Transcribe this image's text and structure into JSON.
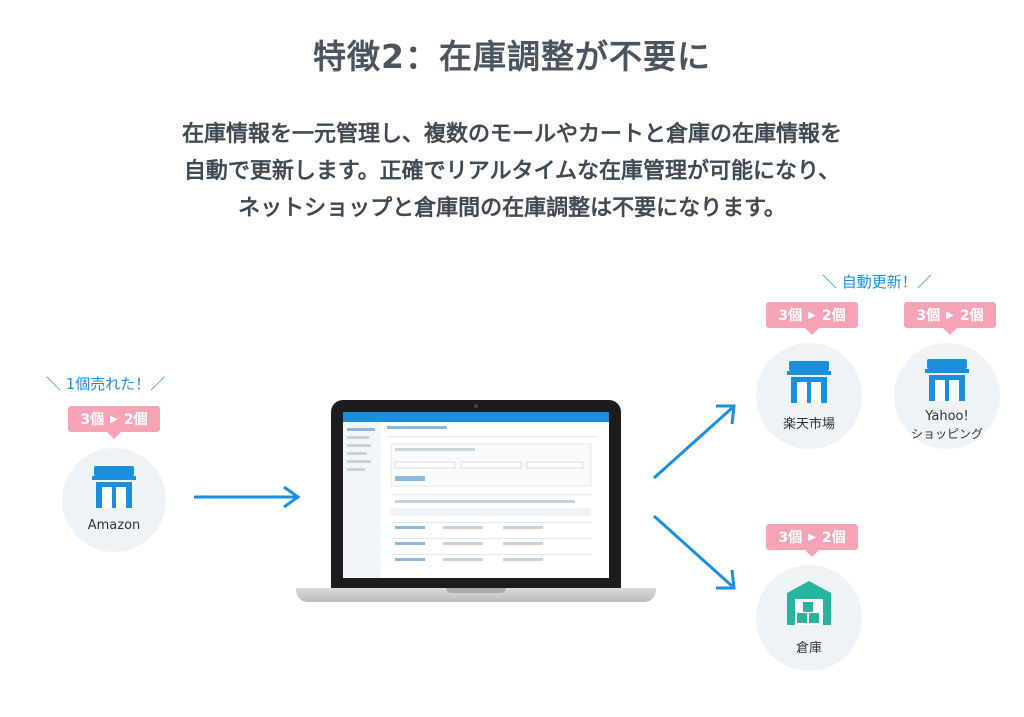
{
  "title": "特徴2：在庫調整が不要に",
  "description": [
    "在庫情報を一元管理し、複数のモールやカートと倉庫の在庫情報を",
    "自動で更新します。正確でリアルタイムな在庫管理が可能になり、",
    "ネットショップと倉庫間の在庫調整は不要になります。"
  ],
  "left": {
    "callout": "＼ 1個売れた！／",
    "badge": {
      "from": "3個",
      "to": "2個"
    },
    "store_label": "Amazon"
  },
  "right": {
    "callout": "＼ 自動更新！／",
    "stores": [
      {
        "label": "楽天市場",
        "badge": {
          "from": "3個",
          "to": "2個"
        }
      },
      {
        "label": "Yahoo!",
        "sublabel": "ショッピング",
        "badge": {
          "from": "3個",
          "to": "2個"
        }
      }
    ],
    "warehouse": {
      "label": "倉庫",
      "badge": {
        "from": "3個",
        "to": "2個"
      }
    }
  },
  "colors": {
    "store_icon": "#1b8fdb",
    "warehouse_icon": "#27b59f",
    "badge": "#f6a3b6",
    "arrow": "#1b8fdb",
    "callout": "#1b8fdb"
  },
  "icons": {
    "store": "store-icon",
    "warehouse": "warehouse-icon",
    "arrow": "arrow-right-icon",
    "laptop": "laptop-icon"
  }
}
